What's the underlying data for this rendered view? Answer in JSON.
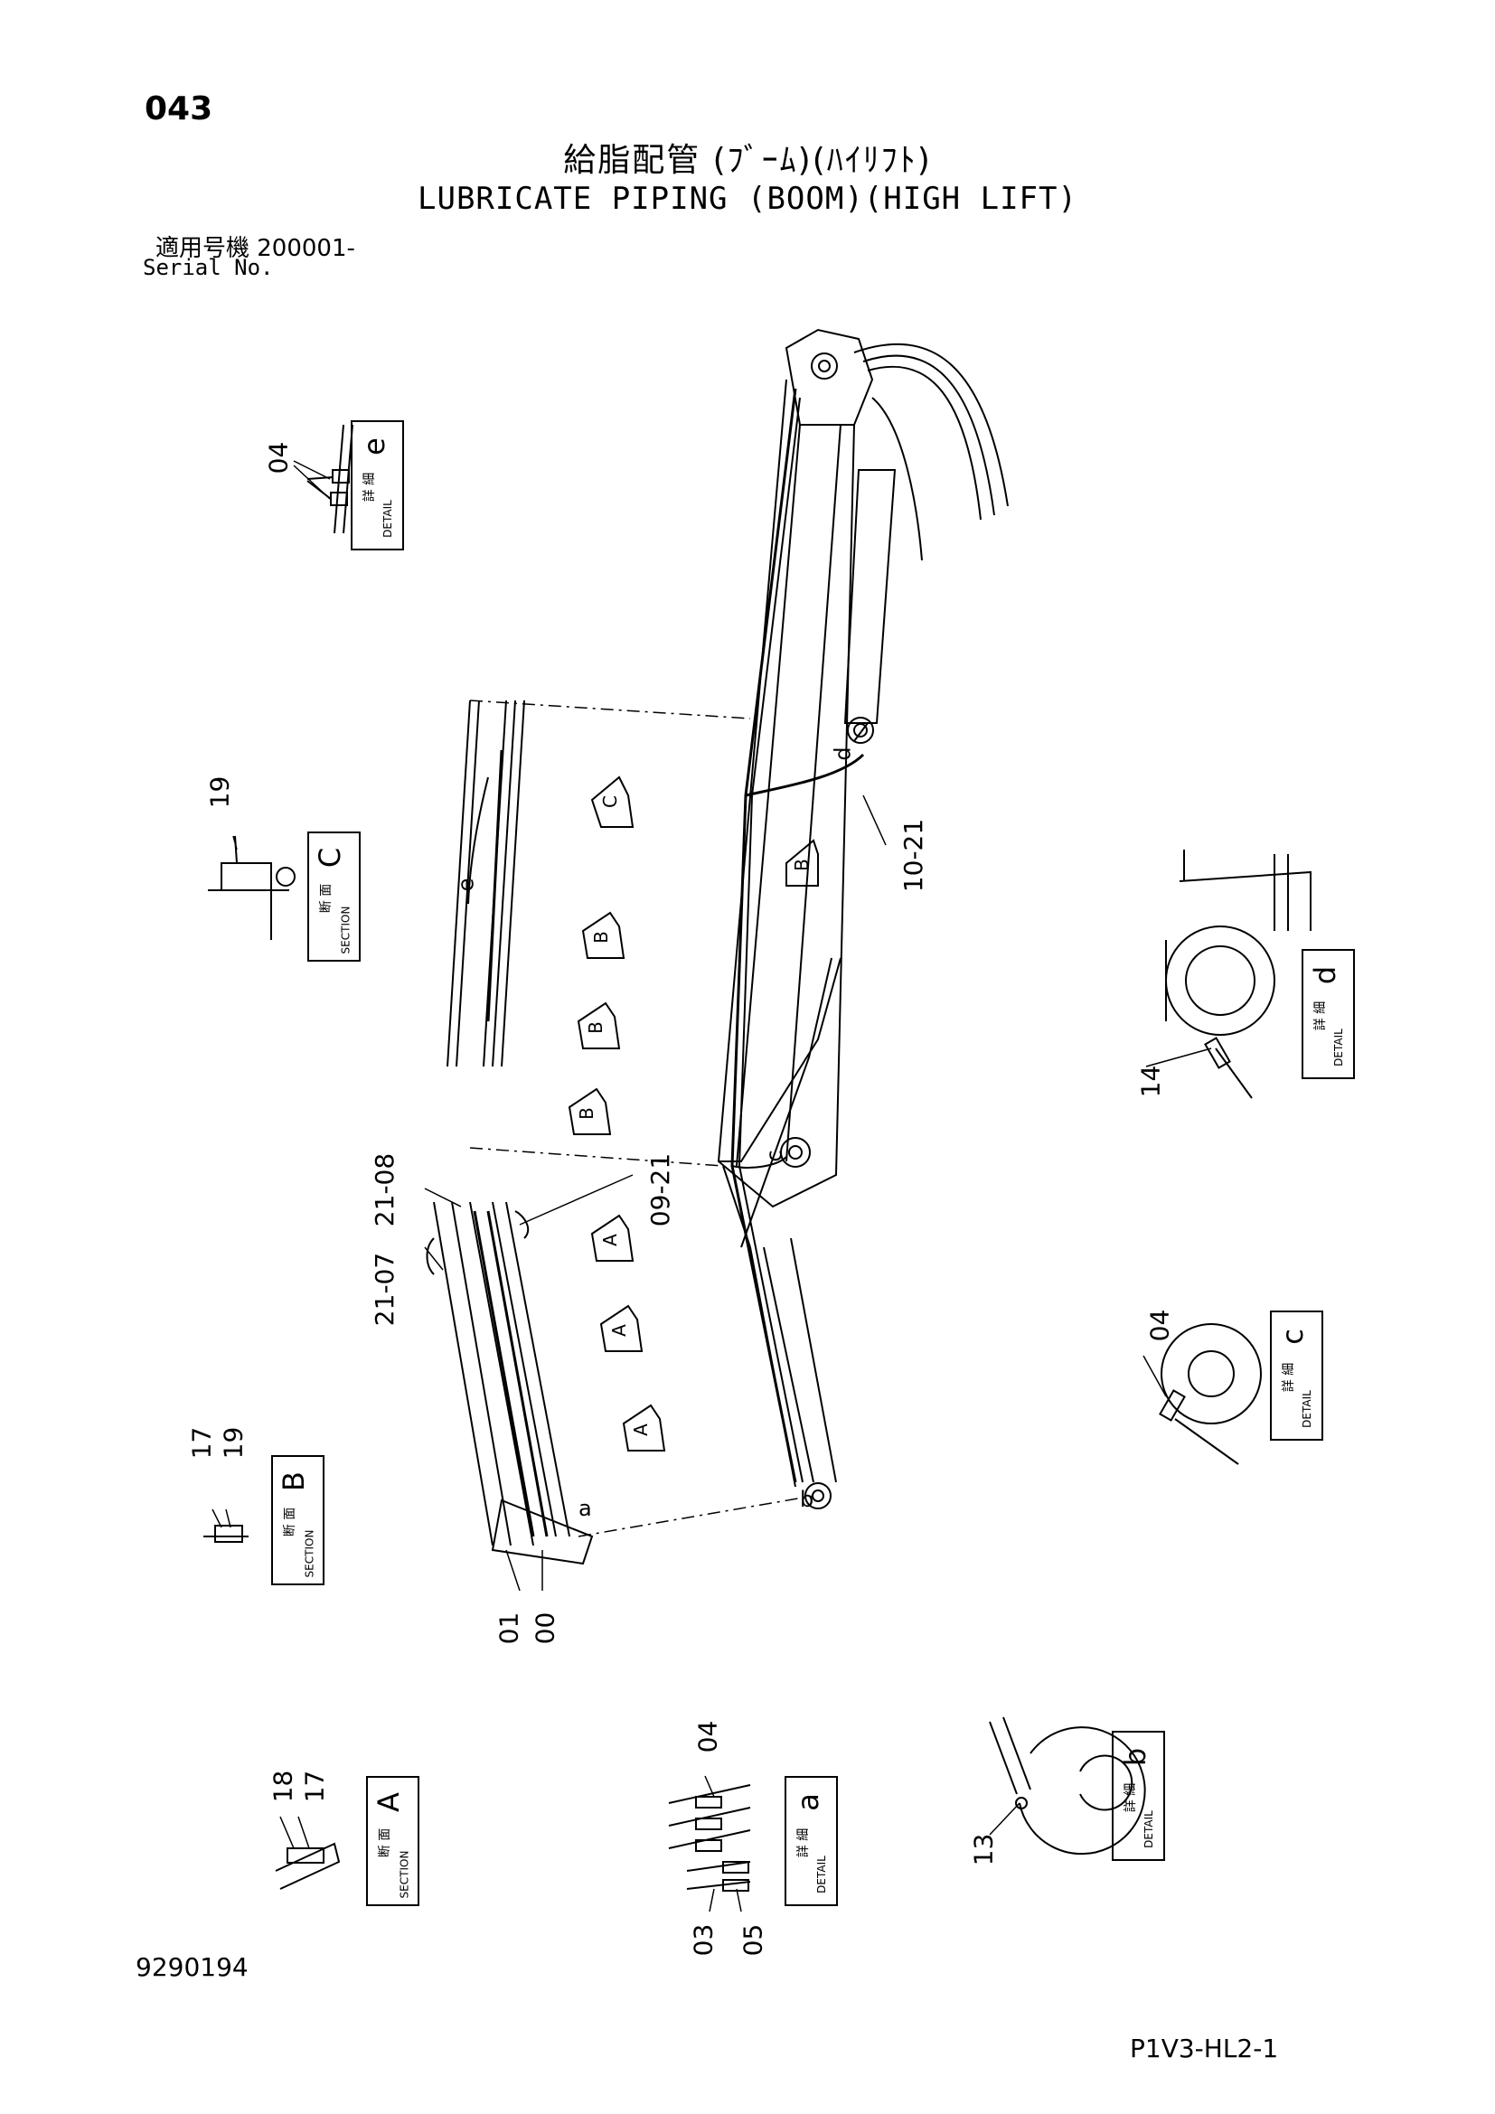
{
  "header": {
    "page_number": "043",
    "title_jp": "給脂配管 (ﾌﾞｰﾑ)(ﾊｲﾘﾌﾄ)",
    "title_en": "LUBRICATE PIPING (BOOM)(HIGH LIFT)",
    "serial_jp": "適用号機  200001-",
    "serial_en": "Serial No."
  },
  "footer": {
    "document_number": "9290194",
    "drawing_code": "P1V3-HL2-1"
  },
  "views": [
    {
      "kind_jp": "詳 細",
      "kind_en": "DETAIL",
      "letter": "e"
    },
    {
      "kind_jp": "断 面",
      "kind_en": "SECTION",
      "letter": "C"
    },
    {
      "kind_jp": "詳 細",
      "kind_en": "DETAIL",
      "letter": "d"
    },
    {
      "kind_jp": "詳 細",
      "kind_en": "DETAIL",
      "letter": "c"
    },
    {
      "kind_jp": "断 面",
      "kind_en": "SECTION",
      "letter": "B"
    },
    {
      "kind_jp": "断 面",
      "kind_en": "SECTION",
      "letter": "A"
    },
    {
      "kind_jp": "詳 細",
      "kind_en": "DETAIL",
      "letter": "a"
    },
    {
      "kind_jp": "詳 細",
      "kind_en": "DETAIL",
      "letter": "b"
    }
  ],
  "callouts": {
    "e_04": "04",
    "c_19": "19",
    "d_14": "14",
    "c_04": "04",
    "b_17": "17",
    "b_19": "19",
    "a_18": "18",
    "a_17": "17",
    "da_04": "04",
    "da_03": "03",
    "da_05": "05",
    "db_13": "13",
    "main_21_08": "21-08",
    "main_21_07": "21-07",
    "main_09_21": "09-21",
    "main_10_21": "10-21",
    "main_01": "01",
    "main_00": "00"
  },
  "markers": {
    "a": "a",
    "b": "b",
    "c": "c",
    "d": "d",
    "e": "e",
    "arrow_A": "A",
    "arrow_B": "B",
    "arrow_C": "C"
  }
}
